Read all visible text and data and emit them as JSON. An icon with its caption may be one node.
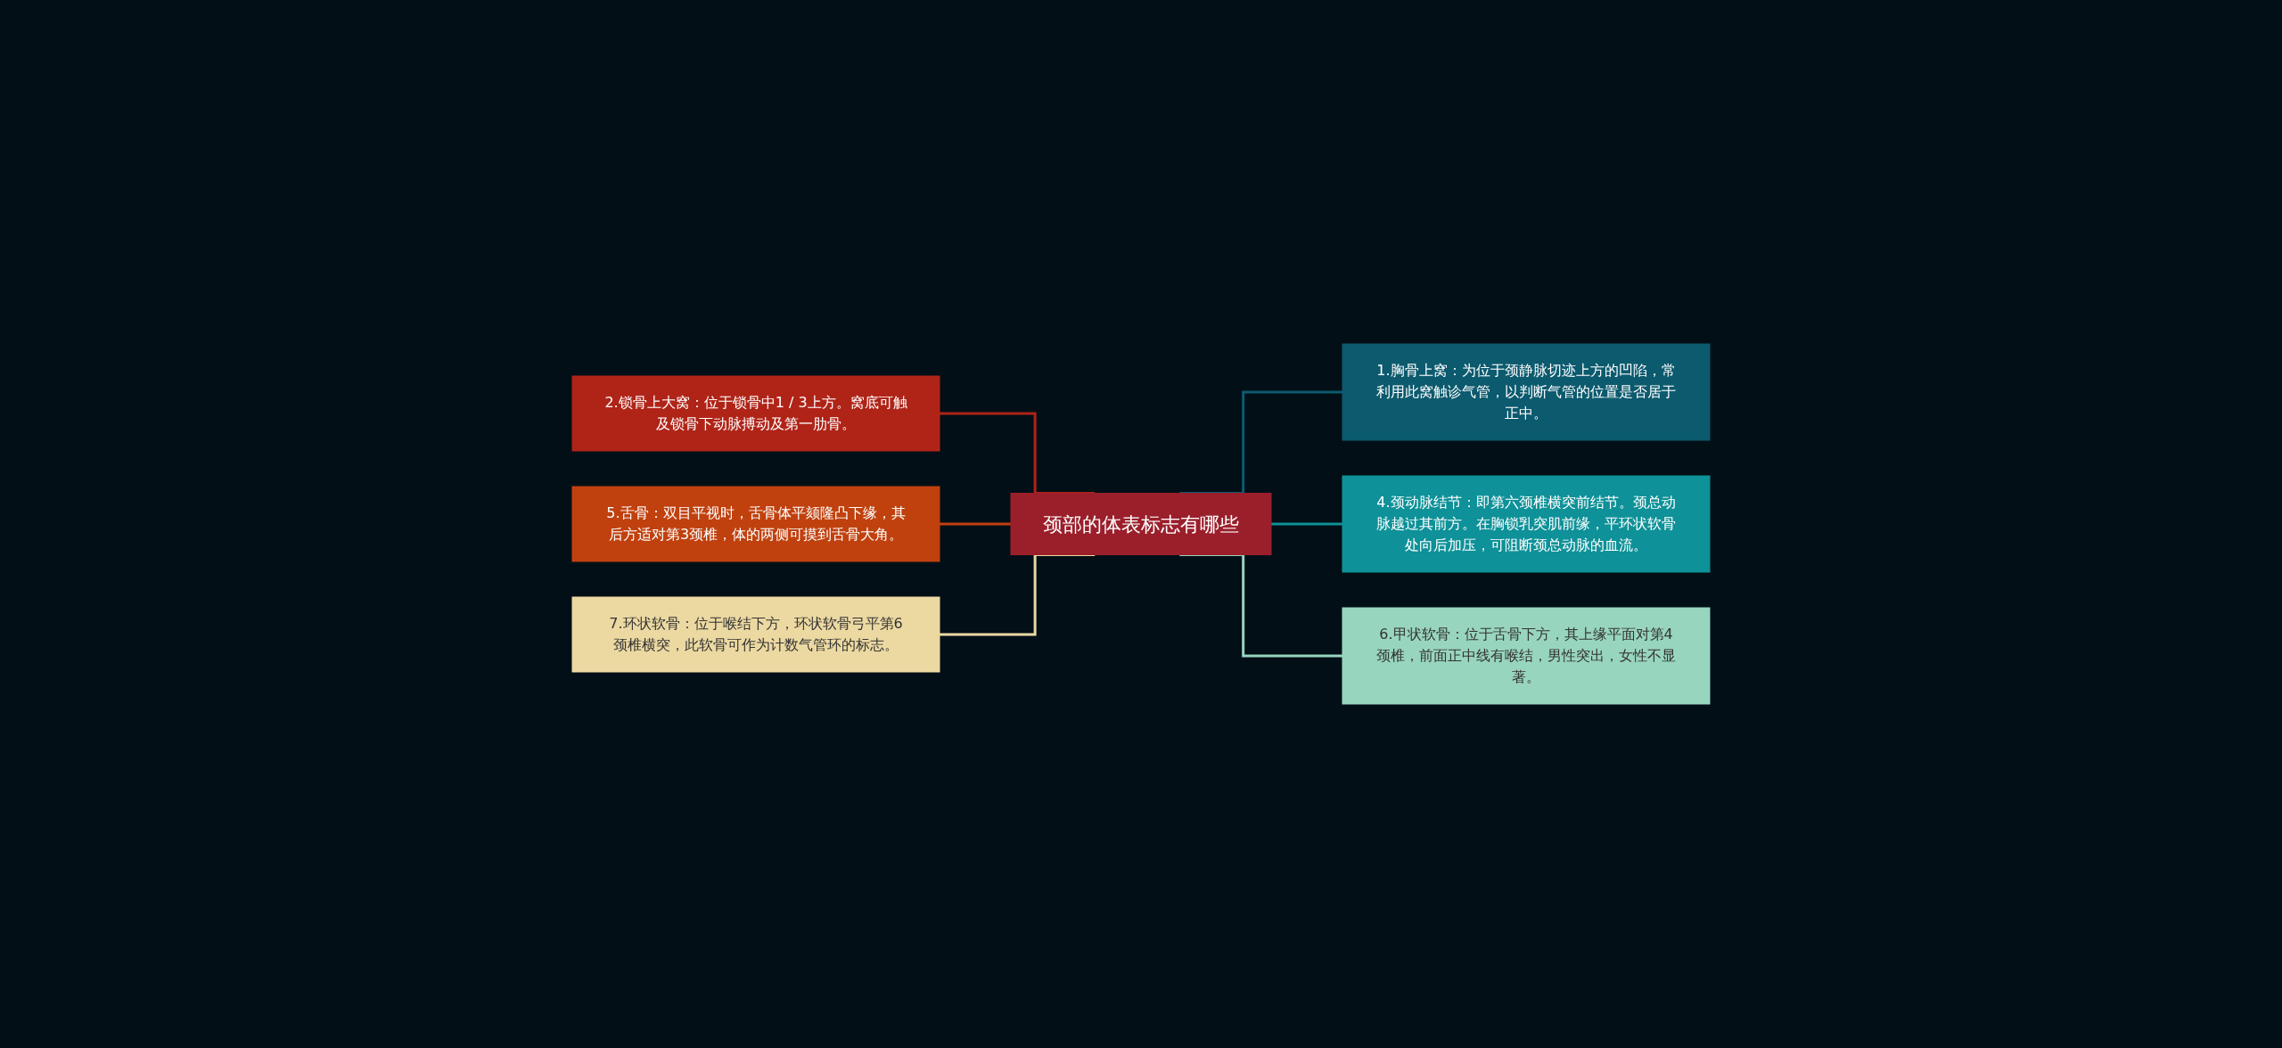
{
  "diagram": {
    "nodes": [
      {
        "text": [
          "颈部的体表标志有哪些"
        ]
      },
      {
        "text": [
          "2.锁骨上大窝：位于锁骨中1 / 3上方。窝底可触及锁骨下动脉搏动及第一肋骨。"
        ]
      },
      {
        "text": [
          "5.舌骨：双目平视时，舌骨体平颏隆凸下缘，其后方适对第3颈椎，体的两侧可摸到舌骨大角。"
        ]
      },
      {
        "text": [
          "7.环状软骨：位于喉结下方，环状软骨弓平第6颈椎横突，此软骨可作为计数气管环的标志。"
        ]
      },
      {
        "text": [
          "1.胸骨上窝：为位于颈静脉切迹上方的凹陷，常利用此窝触诊气管，以判断气管的位置是否居于正中。"
        ]
      },
      {
        "text": [
          "4.颈动脉结节：即第六颈椎横突前结节。颈总动脉越过其前方。在胸锁乳突肌前缘，平环状软骨处向后加压，可阻断颈总动脉的血流。"
        ]
      },
      {
        "text": [
          "6.甲状软骨：位于舌骨下方，其上缘平面对第4颈椎，前面正中线有喉结，男性突出，女性不显著。"
        ]
      }
    ],
    "edges": [
      {
        "from": 0,
        "to": 1,
        "arrow": "none",
        "color": "#b02418"
      },
      {
        "from": 0,
        "to": 2,
        "arrow": "none",
        "color": "#c0410e"
      },
      {
        "from": 0,
        "to": 3,
        "arrow": "none",
        "color": "#ecd9a2"
      },
      {
        "from": 0,
        "to": 4,
        "arrow": "none",
        "color": "#0c5a6e"
      },
      {
        "from": 0,
        "to": 5,
        "arrow": "none",
        "color": "#0e9198"
      },
      {
        "from": 0,
        "to": 6,
        "arrow": "none",
        "color": "#98d5be"
      }
    ]
  }
}
